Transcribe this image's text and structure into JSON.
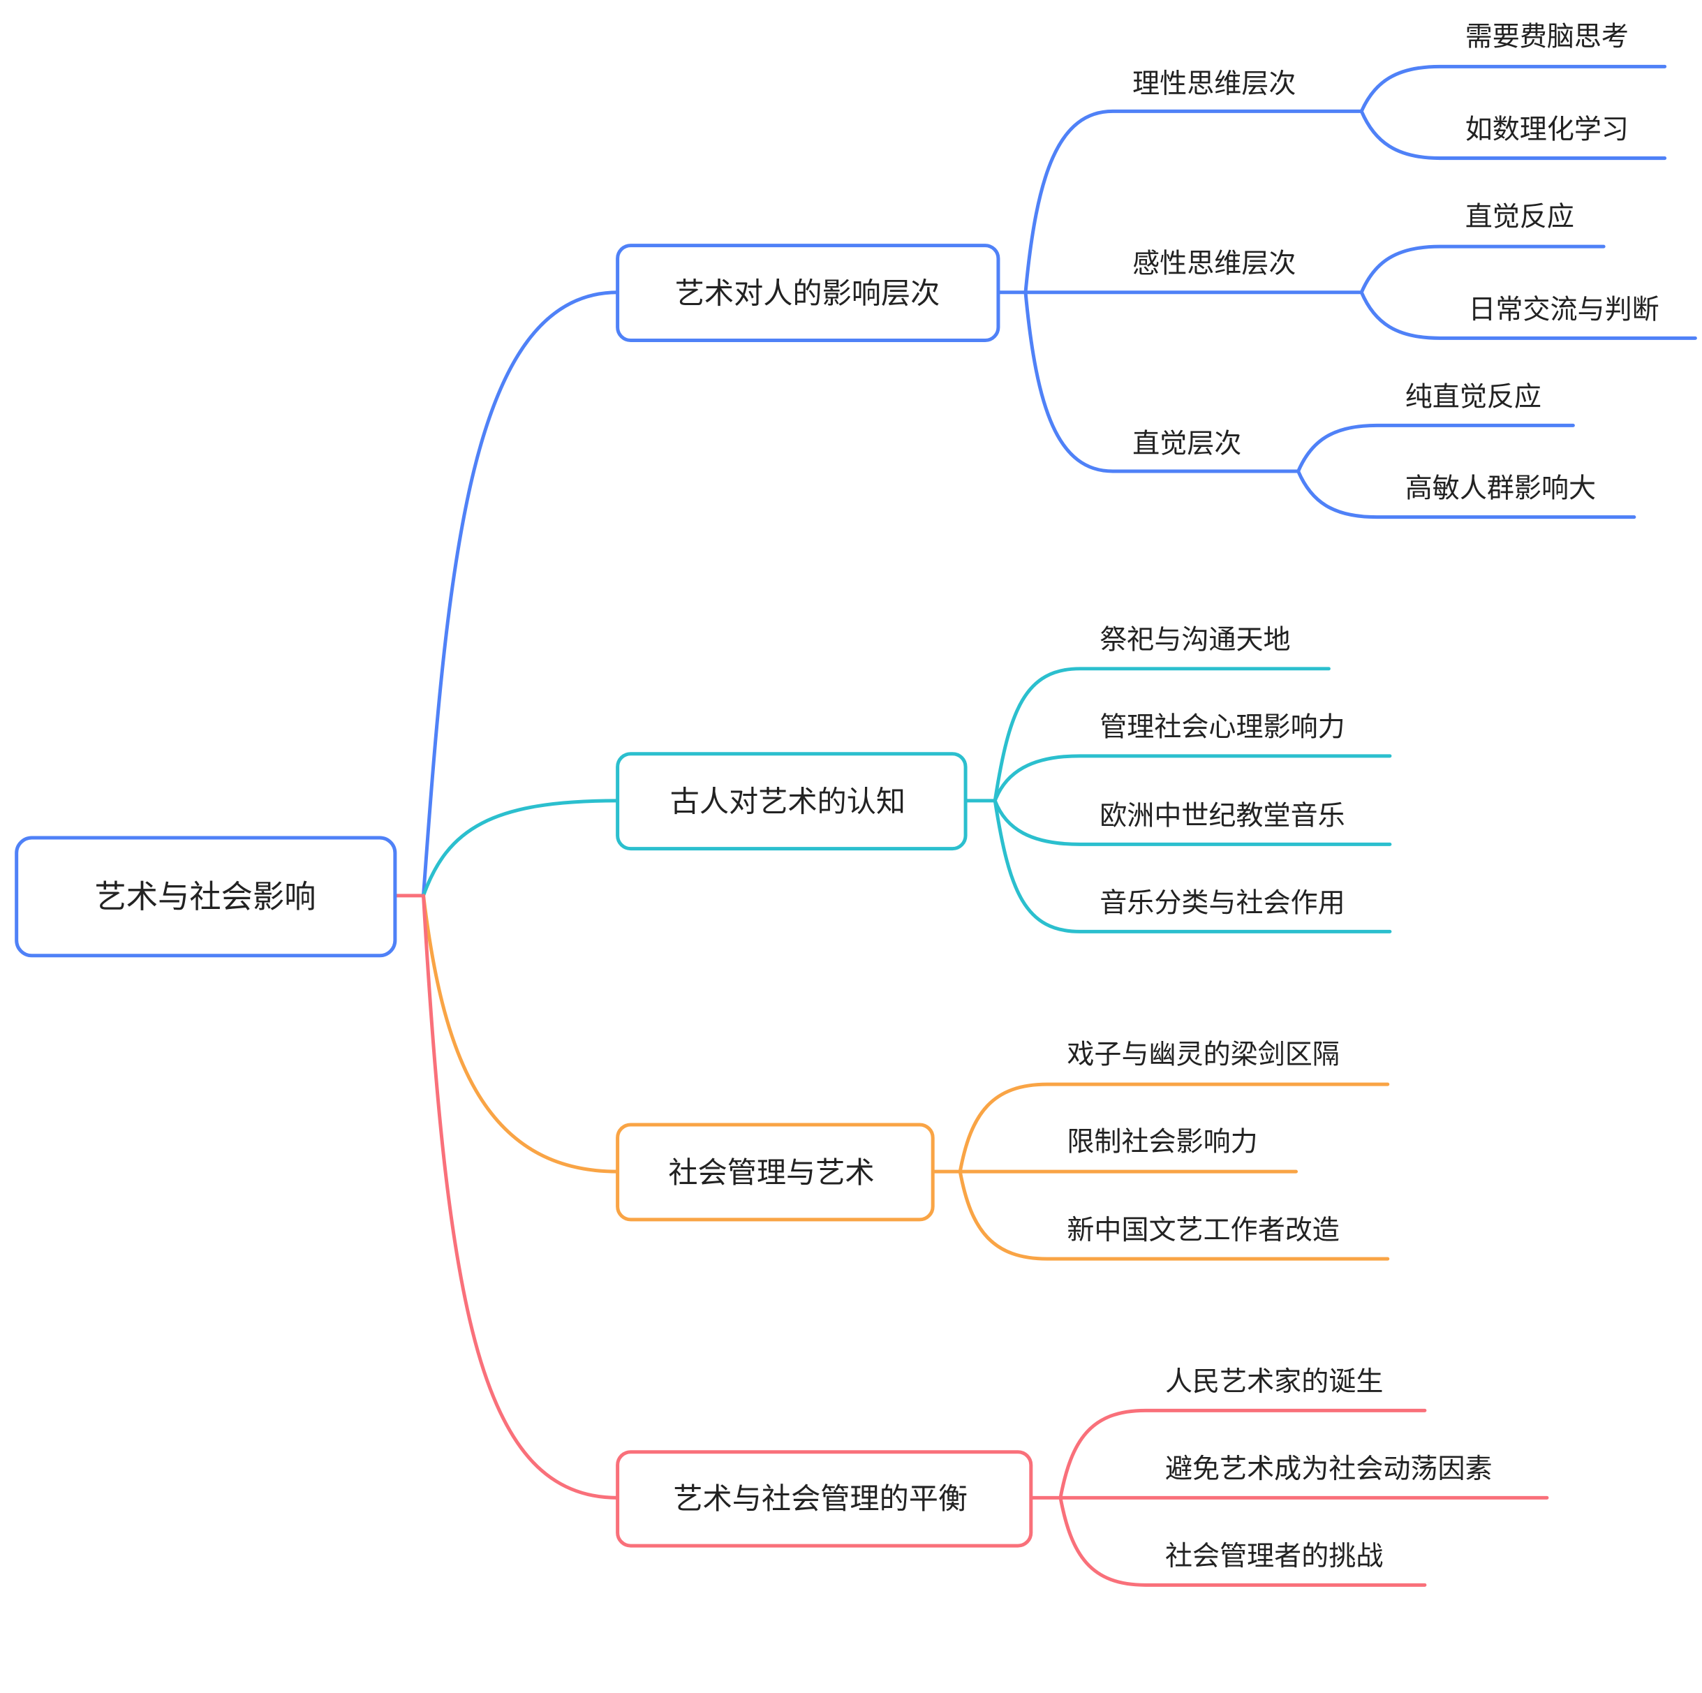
{
  "title": "艺术与社会影响",
  "colors": {
    "root_border": "#4f81f7",
    "root_connector": "#f9707a",
    "text": "#222222",
    "background": "#ffffff"
  },
  "root": {
    "label": "艺术与社会影响",
    "branches": [
      {
        "label": "艺术对人的影响层次",
        "color": "#4f81f7",
        "children": [
          {
            "label": "理性思维层次",
            "children": [
              {
                "label": "需要费脑思考"
              },
              {
                "label": "如数理化学习"
              }
            ]
          },
          {
            "label": "感性思维层次",
            "children": [
              {
                "label": "直觉反应"
              },
              {
                "label": "日常交流与判断"
              }
            ]
          },
          {
            "label": "直觉层次",
            "children": [
              {
                "label": "纯直觉反应"
              },
              {
                "label": "高敏人群影响大"
              }
            ]
          }
        ]
      },
      {
        "label": "古人对艺术的认知",
        "color": "#2bbfce",
        "children": [
          {
            "label": "祭祀与沟通天地"
          },
          {
            "label": "管理社会心理影响力"
          },
          {
            "label": "欧洲中世纪教堂音乐"
          },
          {
            "label": "音乐分类与社会作用"
          }
        ]
      },
      {
        "label": "社会管理与艺术",
        "color": "#f9a445",
        "children": [
          {
            "label": "戏子与幽灵的梁剑区隔"
          },
          {
            "label": "限制社会影响力"
          },
          {
            "label": "新中国文艺工作者改造"
          }
        ]
      },
      {
        "label": "艺术与社会管理的平衡",
        "color": "#f9707a",
        "children": [
          {
            "label": "人民艺术家的诞生"
          },
          {
            "label": "避免艺术成为社会动荡因素"
          },
          {
            "label": "社会管理者的挑战"
          }
        ]
      }
    ]
  }
}
